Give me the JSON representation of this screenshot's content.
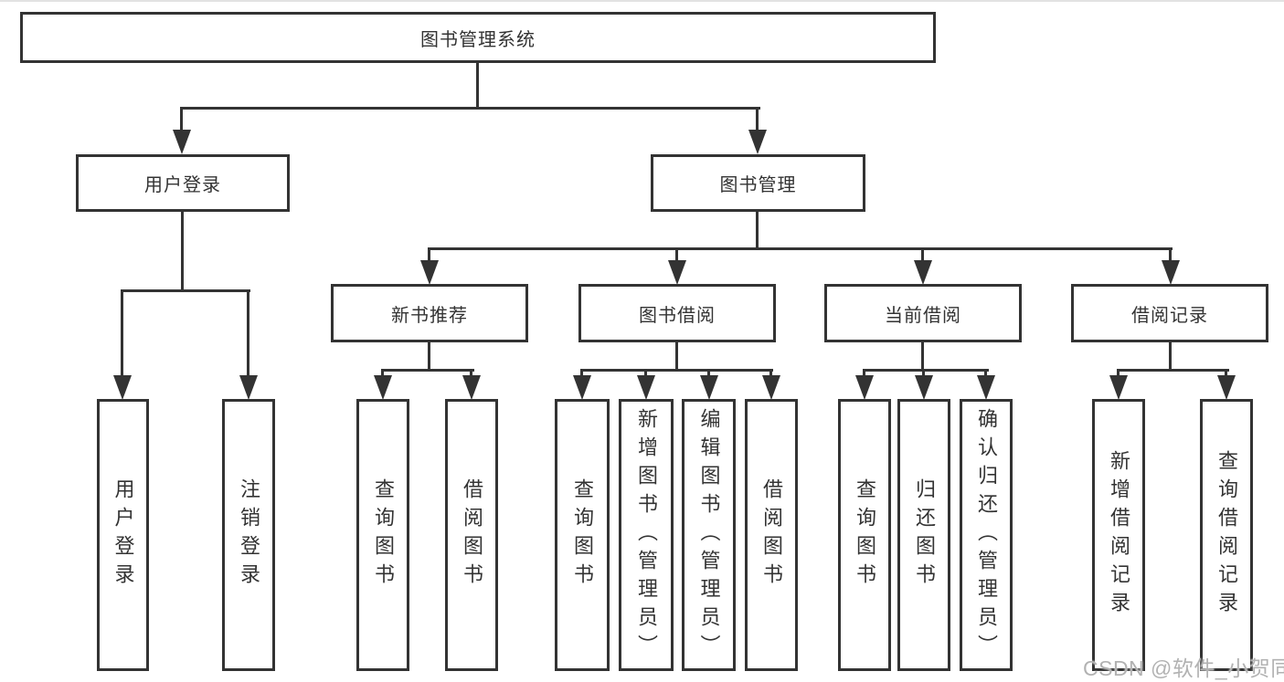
{
  "tree": {
    "label": "图书管理系统",
    "children": [
      {
        "label": "用户登录",
        "children": [
          {
            "label": "用户登录"
          },
          {
            "label": "注销登录"
          }
        ]
      },
      {
        "label": "图书管理",
        "children": [
          {
            "label": "新书推荐",
            "children": [
              {
                "label": "查询图书"
              },
              {
                "label": "借阅图书"
              }
            ]
          },
          {
            "label": "图书借阅",
            "children": [
              {
                "label": "查询图书"
              },
              {
                "label": "新增图书（管理员）"
              },
              {
                "label": "编辑图书（管理员）"
              },
              {
                "label": "借阅图书"
              }
            ]
          },
          {
            "label": "当前借阅",
            "children": [
              {
                "label": "查询图书"
              },
              {
                "label": "归还图书"
              },
              {
                "label": "确认归还（管理员）"
              }
            ]
          },
          {
            "label": "借阅记录",
            "children": [
              {
                "label": "新增借阅记录"
              },
              {
                "label": "查询借阅记录"
              }
            ]
          }
        ]
      }
    ]
  },
  "watermark": {
    "text": "CSDN @软件_小贺同学"
  },
  "colors": {
    "line": "#333333",
    "text": "#333333",
    "box_fill": "#ffffff",
    "background": "#ffffff",
    "watermark": "#b2b2b2"
  }
}
